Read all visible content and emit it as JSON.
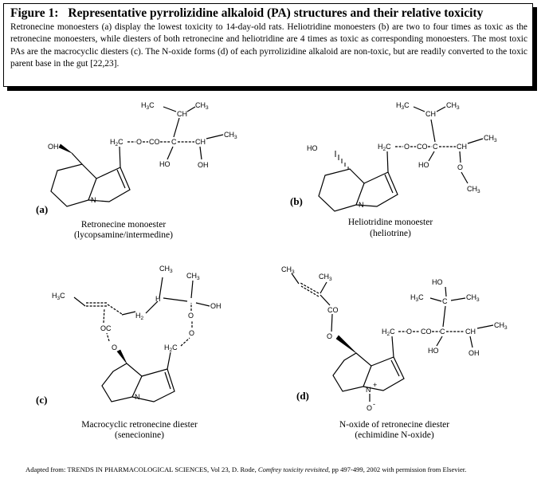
{
  "caption": {
    "label": "Figure 1:",
    "title": "Representative pyrrolizidine alkaloid (PA) structures and their relative toxicity",
    "body": "Retronecine monoesters (a) display the lowest toxicity to 14-day-old rats. Heliotridine monoesters (b) are two to four times as toxic as the retronecine monoesters, while diesters of both retronecine and heliotridine are 4 times as toxic as corresponding monoesters. The most toxic PAs are the macrocyclic diesters (c). The N-oxide forms (d) of each pyrrolizidine alkaloid are non-toxic, but are readily converted to the toxic parent base in the gut [22,23]."
  },
  "panels": {
    "a": {
      "label": "(a)",
      "name": "Retronecine monoester",
      "subname": "(lycopsamine/intermedine)"
    },
    "b": {
      "label": "(b)",
      "name": "Heliotridine monoester",
      "subname": "(heliotrine)"
    },
    "c": {
      "label": "(c)",
      "name": "Macrocyclic retronecine diester",
      "subname": "(senecionine)"
    },
    "d": {
      "label": "(d)",
      "name": "N-oxide of retronecine diester",
      "subname": "(echimidine N-oxide)"
    }
  },
  "atoms": {
    "ch3": "CH",
    "three": "3",
    "ch": "CH",
    "h2c": "H",
    "h2c_c": "C",
    "two": "2",
    "o": "O",
    "co": "CO",
    "c": "C",
    "oh": "OH",
    "ho": "HO",
    "n": "N",
    "nplus": "+",
    "ominus": "O",
    "minus": "-",
    "oc": "OC",
    "ocdash": "O",
    "h3c": "H",
    "h3c_c": "C",
    "h": "H"
  },
  "footer": {
    "prefix": "Adapted from:  TRENDS IN PHARMACOLOGICAL SCIENCES, Vol 23, D. Rode, ",
    "italic": "Comfrey toxicity revisited",
    "suffix": ", pp 497-499, 2002 with permission from Elsevier."
  }
}
